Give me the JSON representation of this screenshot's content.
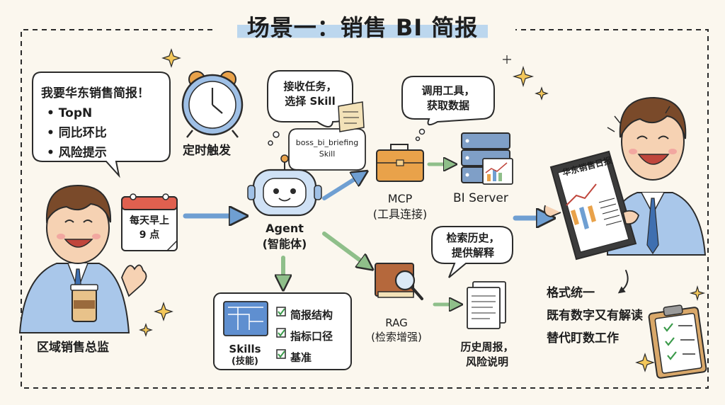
{
  "title": "场景一：销售 BI 简报",
  "director": {
    "request": "我要华东销售简报！",
    "items": [
      "TopN",
      "同比环比",
      "风险提示"
    ],
    "label": "区域销售总监"
  },
  "calendar": {
    "line1": "每天早上",
    "line2": "9 点"
  },
  "timer": {
    "label": "定时触发"
  },
  "agent": {
    "speech_line1": "接收任务，",
    "speech_line2": "选择 Skill",
    "skill_file_line1": "boss_bi_briefing",
    "skill_file_line2": "Skill",
    "label_line1": "Agent",
    "label_line2": "(智能体)"
  },
  "skills": {
    "label_line1": "Skills",
    "label_line2": "(技能)",
    "checklist": [
      "简报结构",
      "指标口径",
      "基准"
    ]
  },
  "mcp": {
    "speech_line1": "调用工具，",
    "speech_line2": "获取数据",
    "label_line1": "MCP",
    "label_line2": "(工具连接)"
  },
  "bi_server": {
    "label": "BI Server"
  },
  "rag": {
    "speech_line1": "检索历史，",
    "speech_line2": "提供解释",
    "label_line1": "RAG",
    "label_line2": "(检索增强)"
  },
  "history": {
    "label_line1": "历史周报，",
    "label_line2": "风险说明"
  },
  "report": {
    "tablet_title": "华东销售日报",
    "outcomes": [
      "格式统一",
      "既有数字又有解读",
      "替代盯数工作"
    ]
  },
  "colors": {
    "arrow_blue": "#6f9fd2",
    "arrow_green": "#8fbf8a",
    "shirt_blue": "#a9c7ea",
    "hair_brown": "#7a4a2a",
    "orange": "#e9a24a"
  }
}
